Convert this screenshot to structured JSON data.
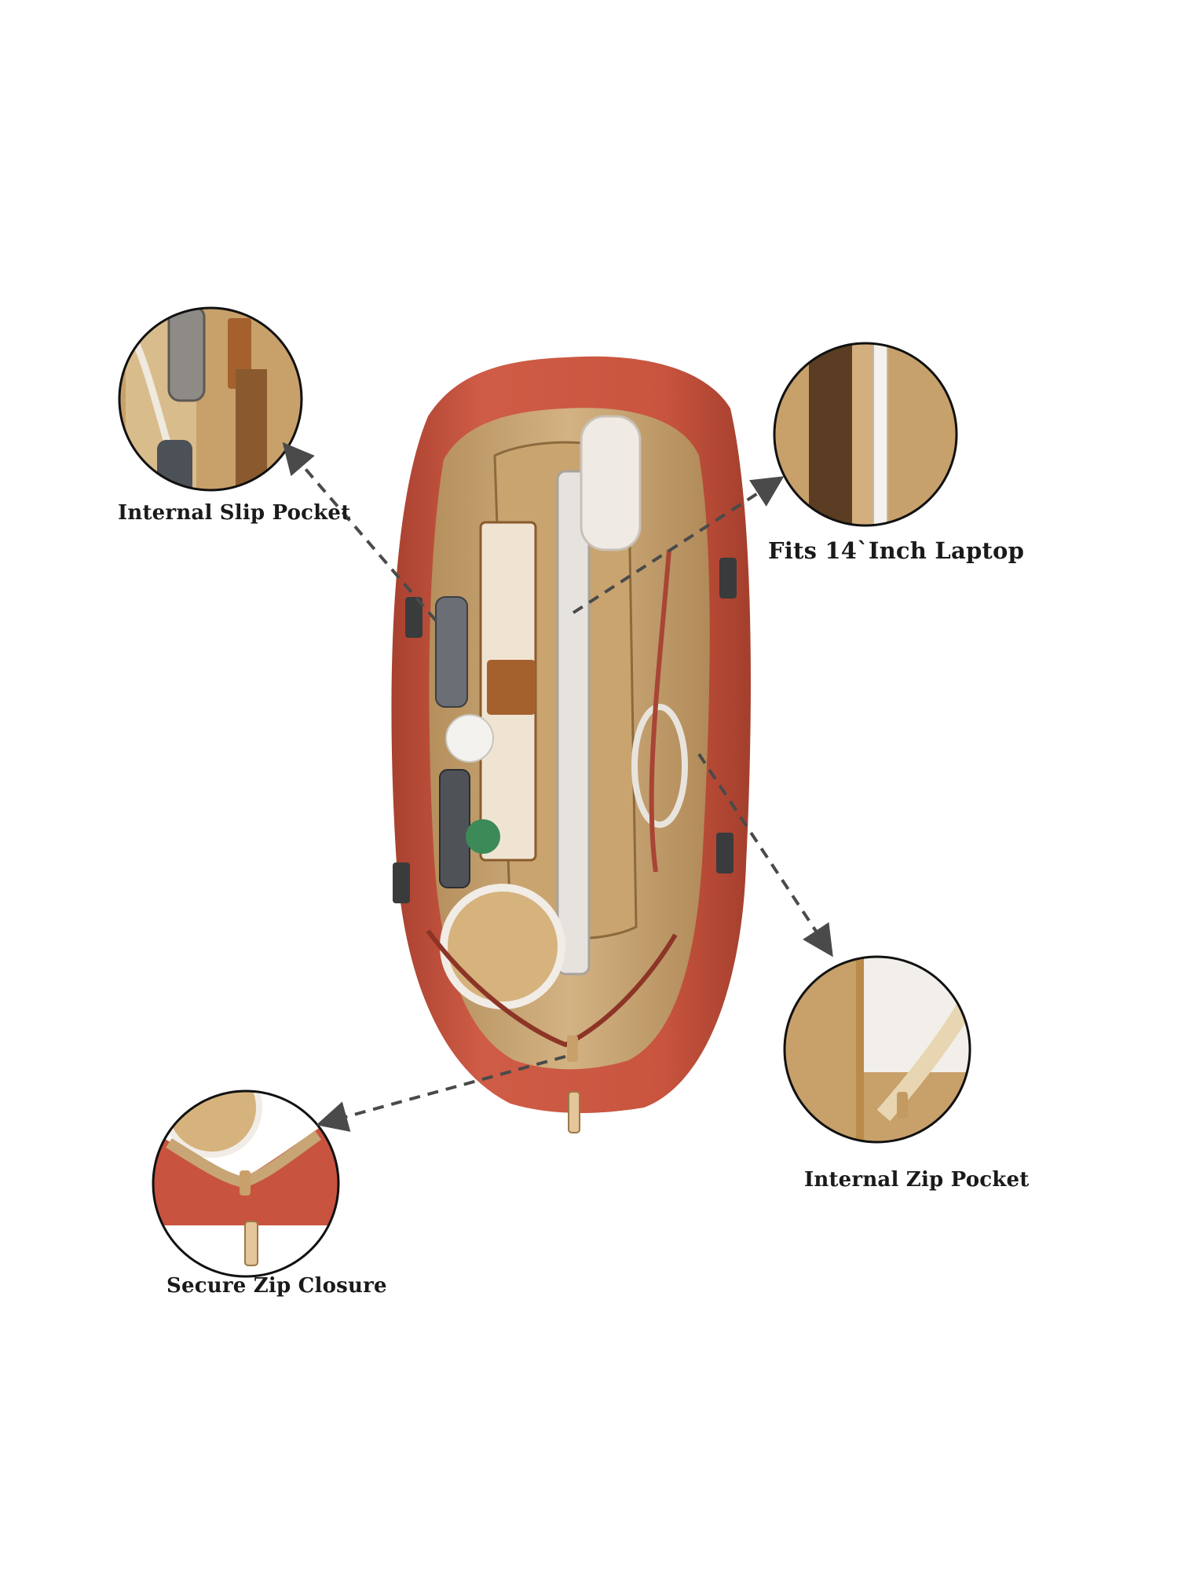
{
  "callouts": {
    "slip_pocket": "Internal Slip Pocket",
    "laptop": "Fits 14`Inch Laptop",
    "zip_pocket": "Internal Zip Pocket",
    "zip_closure": "Secure Zip Closure"
  },
  "colors": {
    "bag_leather": "#c8533f",
    "bag_shadow": "#9e3b2c",
    "lining": "#c8a575",
    "lining_dark": "#9a7a4e",
    "circle_border": "#111111",
    "arrow": "#4a4a4a"
  }
}
